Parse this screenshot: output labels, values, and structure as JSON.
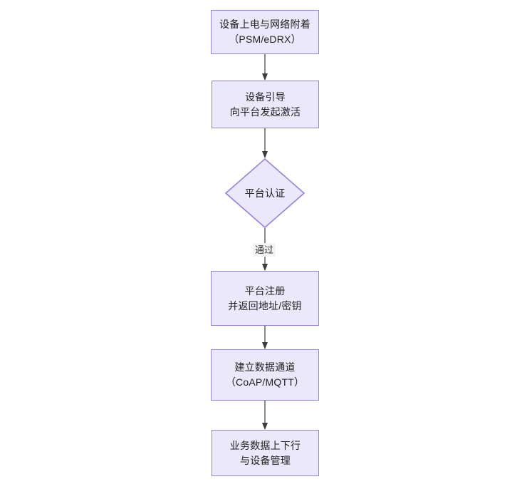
{
  "diagram": {
    "type": "flowchart",
    "orientation": "top-to-bottom",
    "title": "",
    "style": {
      "node_fill": "#EAE8FA",
      "node_border": "#9B7FE0",
      "text_color": "#222222",
      "edge_color": "#3C3C3C",
      "edge_label_background": "#F4F4F4",
      "background": "#FFFFFF"
    },
    "nodes": [
      {
        "id": "n1",
        "shape": "rectangle",
        "label": "设备上电与网络附着\n（PSM/eDRX）",
        "line1": "设备上电与网络附着",
        "line2": "（PSM/eDRX）"
      },
      {
        "id": "n2",
        "shape": "rectangle",
        "label": "设备引导\n向平台发起激活",
        "line1": "设备引导",
        "line2": "向平台发起激活"
      },
      {
        "id": "n3",
        "shape": "diamond",
        "label": "平台认证",
        "line1": "平台认证",
        "line2": ""
      },
      {
        "id": "n4",
        "shape": "rectangle",
        "label": "平台注册\n并返回地址/密钥",
        "line1": "平台注册",
        "line2": "并返回地址/密钥"
      },
      {
        "id": "n5",
        "shape": "rectangle",
        "label": "建立数据通道\n（CoAP/MQTT）",
        "line1": "建立数据通道",
        "line2": "（CoAP/MQTT）"
      },
      {
        "id": "n6",
        "shape": "rectangle",
        "label": "业务数据上下行\n与设备管理",
        "line1": "业务数据上下行",
        "line2": "与设备管理"
      }
    ],
    "edges": [
      {
        "id": "e1",
        "from": "n1",
        "to": "n2",
        "label": ""
      },
      {
        "id": "e2",
        "from": "n2",
        "to": "n3",
        "label": ""
      },
      {
        "id": "e3",
        "from": "n3",
        "to": "n4",
        "label": "通过"
      },
      {
        "id": "e4",
        "from": "n4",
        "to": "n5",
        "label": ""
      },
      {
        "id": "e5",
        "from": "n5",
        "to": "n6",
        "label": ""
      }
    ]
  }
}
